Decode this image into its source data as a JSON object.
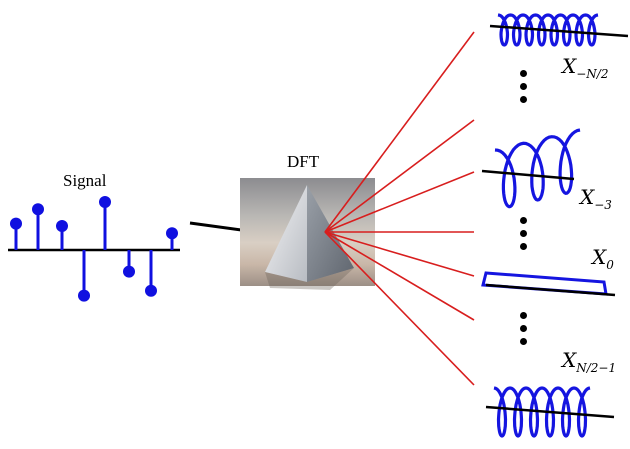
{
  "labels": {
    "signal": "Signal",
    "dft": "DFT"
  },
  "coefficients": [
    {
      "base": "X",
      "sub": "−N/2"
    },
    {
      "base": "X",
      "sub": "−3"
    },
    {
      "base": "X",
      "sub": "0"
    },
    {
      "base": "X",
      "sub": "N/2−1"
    }
  ],
  "colors": {
    "stem": "#1010e0",
    "ray": "#d81e1e",
    "coil": "#1515e0",
    "axis": "#000000"
  },
  "signal_samples": [
    0.55,
    0.85,
    0.5,
    1.0,
    -0.95,
    -0.45,
    -0.85,
    0.35
  ],
  "icons": [
    "pyramid-image",
    "arrow-icon",
    "ellipsis-icon"
  ]
}
